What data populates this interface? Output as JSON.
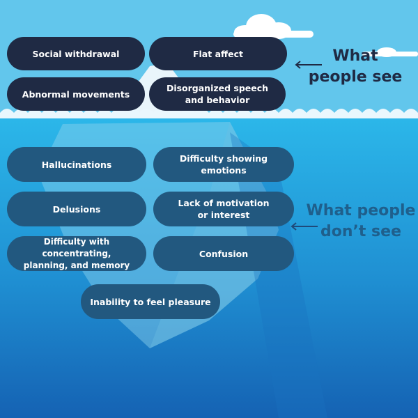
{
  "colors": {
    "sky": "#62c6ec",
    "water_top": "#2cb8ea",
    "water_bottom": "#1562b3",
    "pill_above": "#1f2a44",
    "pill_below": "#22587f",
    "heading_see": "#1f2a44",
    "heading_dont_see": "#1f5f8c"
  },
  "headings": {
    "what_people_see": "What\npeople see",
    "what_people_dont_see": "What people\ndon’t see"
  },
  "visible_symptoms": {
    "social_withdrawal": "Social withdrawal",
    "flat_affect": "Flat affect",
    "abnormal_movements": "Abnormal movements",
    "disorganized_speech": "Disorganized speech\nand behavior"
  },
  "hidden_symptoms": {
    "hallucinations": "Hallucinations",
    "difficulty_showing_emotions": "Difficulty showing\nemotions",
    "delusions": "Delusions",
    "lack_of_motivation": "Lack of motivation\nor interest",
    "difficulty_concentrating": "Difficulty with concentrating,\nplanning, and memory",
    "confusion": "Confusion",
    "inability_to_feel_pleasure": "Inability to feel pleasure"
  }
}
